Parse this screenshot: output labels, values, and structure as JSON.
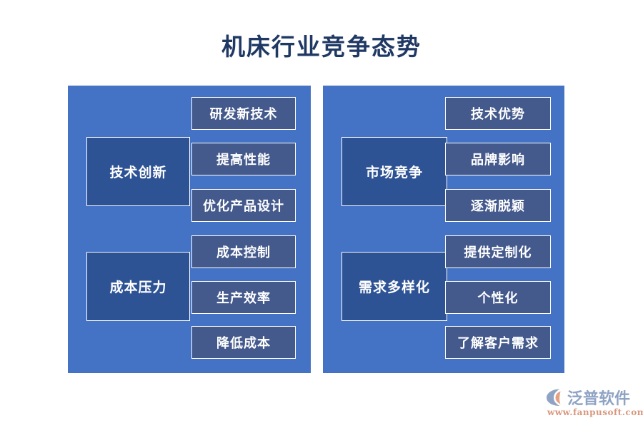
{
  "page": {
    "title": "机床行业竞争态势",
    "background_color": "#ffffff",
    "title_color": "#1f3864"
  },
  "colors": {
    "panel": "#4472c4",
    "category_box": "#2e5395",
    "sub_box": "#44598c",
    "box_border": "#ffffff",
    "box_text": "#ffffff",
    "logo_text": "#8fa3c4",
    "logo_url": "#d9977f",
    "logo_mark_blue": "#8fa3c4",
    "logo_mark_salmon": "#e5a183"
  },
  "panels": [
    {
      "id": "left-panel",
      "groups": [
        {
          "category": "技术创新",
          "items": [
            "研发新技术",
            "提高性能",
            "优化产品设计"
          ]
        },
        {
          "category": "成本压力",
          "items": [
            "成本控制",
            "生产效率",
            "降低成本"
          ]
        }
      ]
    },
    {
      "id": "right-panel",
      "groups": [
        {
          "category": "市场竞争",
          "items": [
            "技术优势",
            "品牌影响",
            "逐渐脱颖"
          ]
        },
        {
          "category": "需求多样化",
          "items": [
            "提供定制化",
            "个性化",
            "了解客户需求"
          ]
        }
      ]
    }
  ],
  "logo": {
    "mark_name": "fanpu-swoosh-logo",
    "brand": "泛普软件",
    "url": "www.fanpusoft.com"
  }
}
